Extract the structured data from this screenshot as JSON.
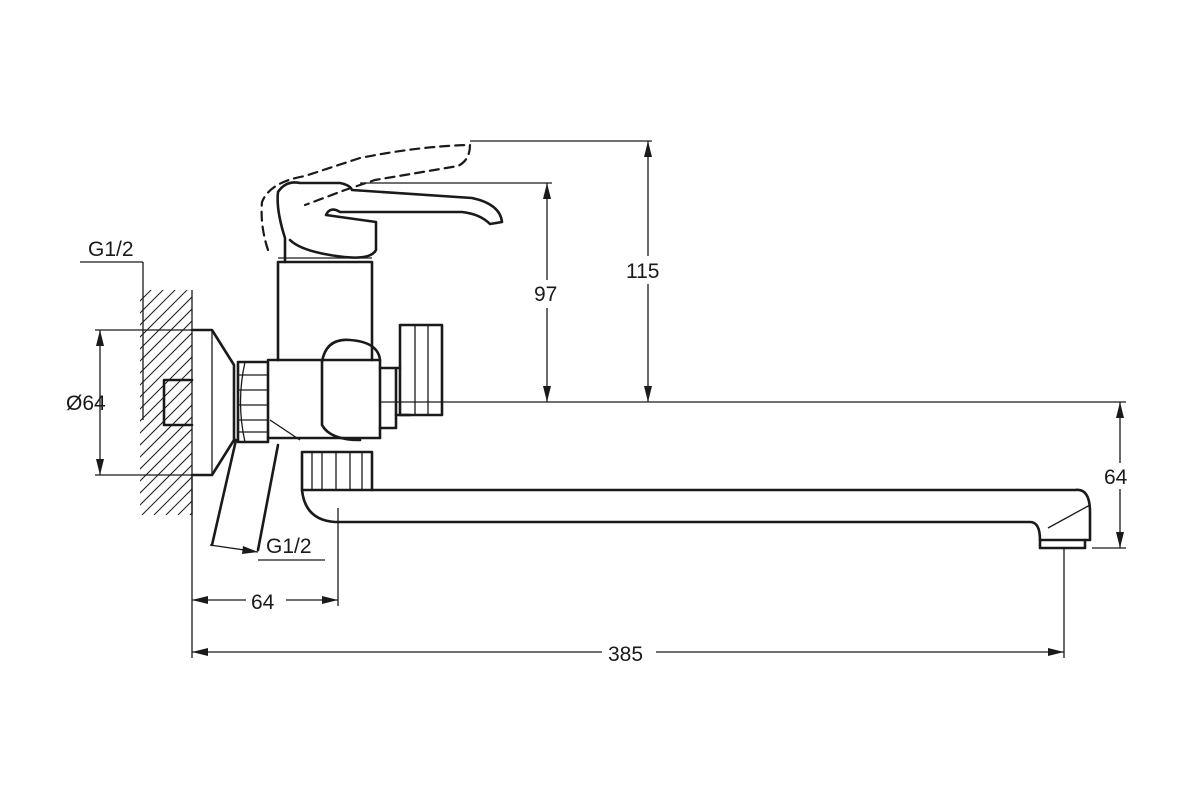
{
  "labels": {
    "inlet_top": "G1/2",
    "inlet_bottom": "G1/2",
    "flange_diameter": "Ø64",
    "wall_to_body": "64",
    "overall_length": "385",
    "lever_height": "97",
    "lever_raised_height": "115",
    "spout_drop": "64"
  }
}
